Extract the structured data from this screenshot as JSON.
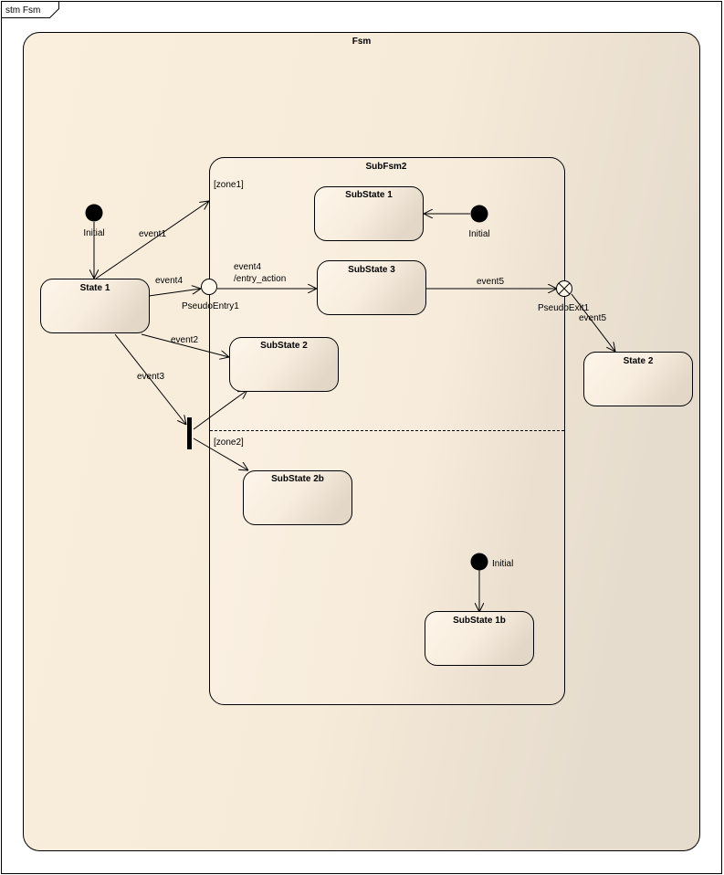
{
  "frame": {
    "title": "stm Fsm"
  },
  "fsm": {
    "title": "Fsm"
  },
  "subfsm": {
    "title": "SubFsm2",
    "zone1_label": "[zone1]",
    "zone2_label": "[zone2]"
  },
  "states": {
    "state1": "State 1",
    "state2": "State 2",
    "substate1": "SubState 1",
    "substate2": "SubState 2",
    "substate3": "SubState 3",
    "substate2b": "SubState 2b",
    "substate1b": "SubState 1b"
  },
  "pseudostates": {
    "initial_outer": "Initial",
    "initial_zone1": "Initial",
    "initial_zone2": "Initial",
    "entry": "PseudoEntry1",
    "exit": "PseudoExit1"
  },
  "transitions": {
    "event1": "event1",
    "event4": "event4",
    "event4_inner": "event4",
    "entry_action": "/entry_action",
    "event2": "event2",
    "event3": "event3",
    "event5_inner": "event5",
    "event5_outer": "event5"
  },
  "colors": {
    "state_fill_start": "#fdf8ef",
    "state_fill_end": "#e8dcca",
    "fsm_fill": "#f8ecdb",
    "stroke": "#000000"
  }
}
